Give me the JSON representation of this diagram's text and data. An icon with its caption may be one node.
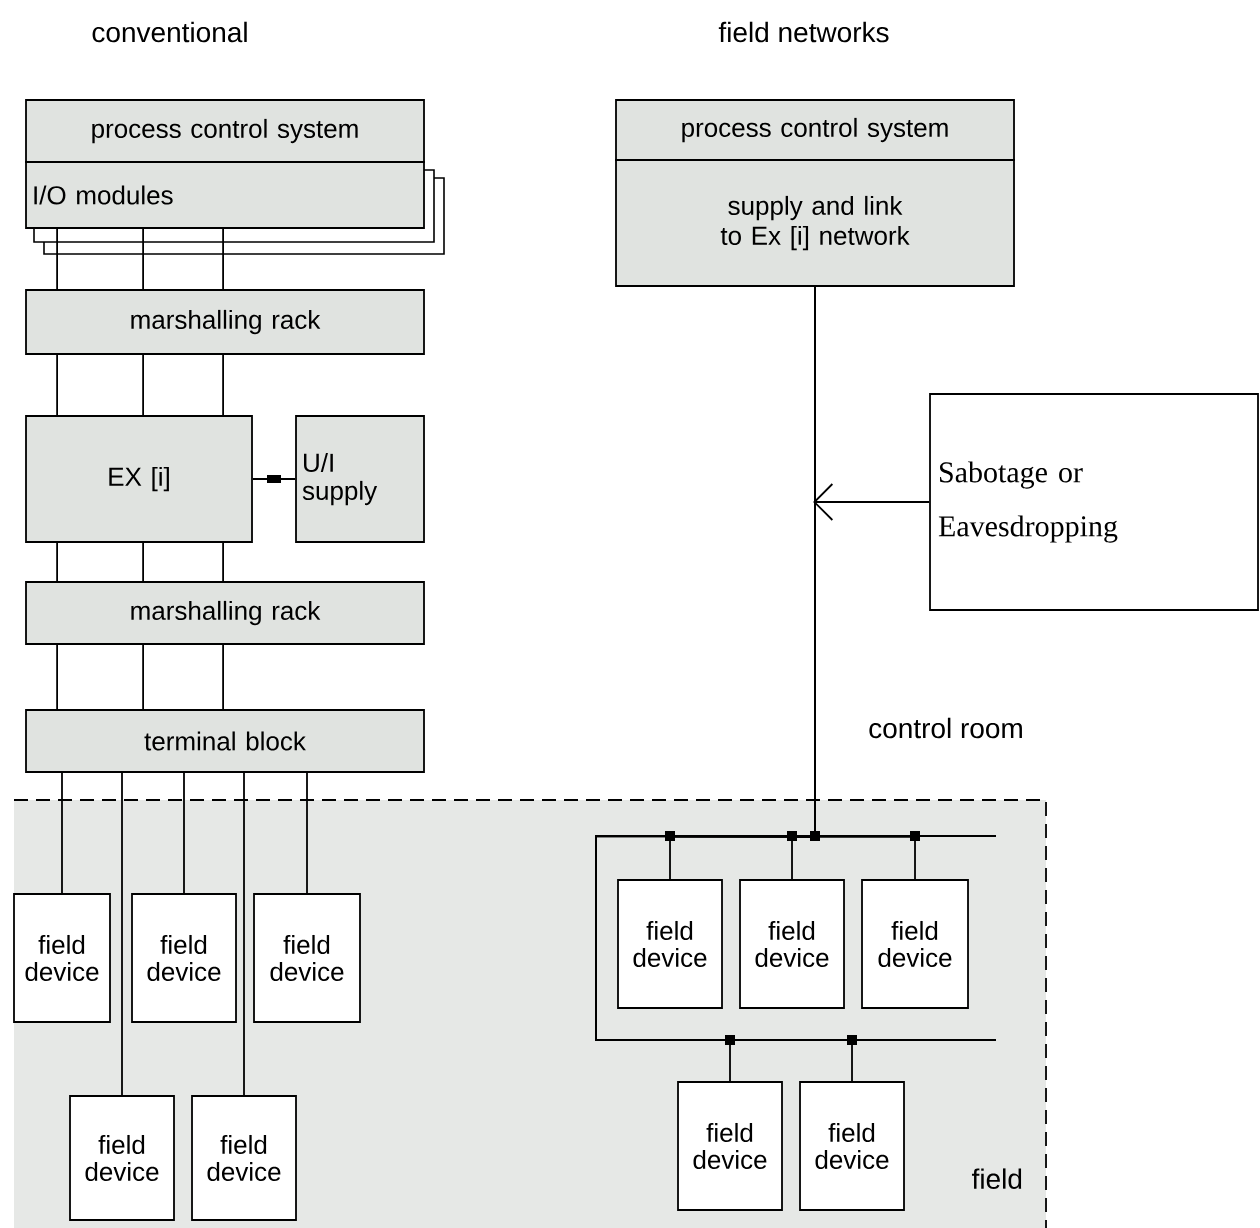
{
  "diagram": {
    "nodes": [
      {
        "text": [
          "process control system"
        ]
      },
      {
        "text": [
          "I/O modules"
        ]
      },
      {
        "text": [
          "marshalling rack"
        ]
      },
      {
        "text": [
          "EX [i]"
        ]
      },
      {
        "text": [
          "U/I supply"
        ]
      },
      {
        "text": [
          "marshalling rack"
        ]
      },
      {
        "text": [
          "terminal block"
        ]
      },
      {
        "text": [
          "field"
        ]
      },
      {
        "text": [
          "field device"
        ],
        "in": 7
      },
      {
        "text": [
          "field device"
        ],
        "in": 7
      },
      {
        "text": [
          "field device"
        ],
        "in": 7
      },
      {
        "text": [
          "field device"
        ],
        "in": 7
      },
      {
        "text": [
          "field device"
        ],
        "in": 7
      },
      {
        "text": [
          "process control system"
        ]
      },
      {
        "text": [
          "supply and link to Ex [i] network"
        ]
      },
      {
        "text": [
          "Sabotage or Eavesdropping"
        ]
      },
      {
        "text": [
          "field device"
        ],
        "in": 7
      },
      {
        "text": [
          "field device"
        ],
        "in": 7
      },
      {
        "text": [
          "field device"
        ],
        "in": 7
      },
      {
        "text": [
          "field device"
        ],
        "in": 7
      },
      {
        "text": [
          "field device"
        ],
        "in": 7
      }
    ],
    "edges": [
      {
        "from": 1,
        "to": 2,
        "arrow": "none"
      },
      {
        "from": 1,
        "to": 2,
        "arrow": "none"
      },
      {
        "from": 1,
        "to": 2,
        "arrow": "none"
      },
      {
        "from": 2,
        "to": 3,
        "arrow": "none"
      },
      {
        "from": 2,
        "to": 3,
        "arrow": "none"
      },
      {
        "from": 2,
        "to": 3,
        "arrow": "none"
      },
      {
        "from": 3,
        "to": 4,
        "arrow": "none"
      },
      {
        "from": 3,
        "to": 5,
        "arrow": "none"
      },
      {
        "from": 3,
        "to": 5,
        "arrow": "none"
      },
      {
        "from": 3,
        "to": 5,
        "arrow": "none"
      },
      {
        "from": 5,
        "to": 6,
        "arrow": "none"
      },
      {
        "from": 5,
        "to": 6,
        "arrow": "none"
      },
      {
        "from": 5,
        "to": 6,
        "arrow": "none"
      },
      {
        "from": 6,
        "to": 8,
        "arrow": "none"
      },
      {
        "from": 6,
        "to": 11,
        "arrow": "none"
      },
      {
        "from": 6,
        "to": 9,
        "arrow": "none"
      },
      {
        "from": 6,
        "to": 12,
        "arrow": "none"
      },
      {
        "from": 6,
        "to": 10,
        "arrow": "none"
      },
      {
        "from": 14,
        "to": 16,
        "arrow": "none"
      },
      {
        "from": 14,
        "to": 17,
        "arrow": "none"
      },
      {
        "from": 14,
        "to": 18,
        "arrow": "none"
      },
      {
        "from": 14,
        "to": 19,
        "arrow": "none"
      },
      {
        "from": 14,
        "to": 20,
        "arrow": "none"
      },
      {
        "from": 15,
        "to": null,
        "arrow": "to"
      }
    ],
    "labels": [
      "conventional",
      "field networks",
      "control room"
    ]
  }
}
